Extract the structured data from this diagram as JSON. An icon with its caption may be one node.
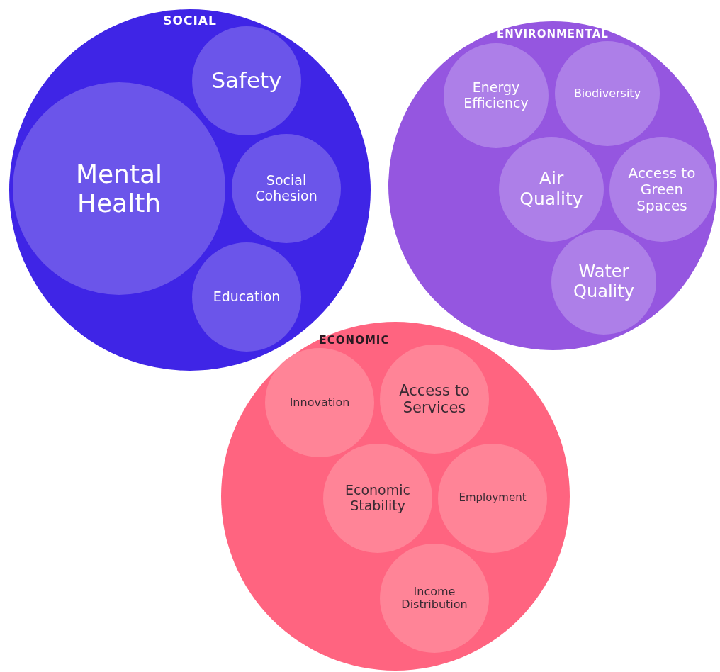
{
  "diagram": {
    "nodes": [
      {
        "text": [
          "SOCIAL"
        ]
      },
      {
        "text": [
          "Mental Health"
        ],
        "in": 0
      },
      {
        "text": [
          "Safety"
        ],
        "in": 0
      },
      {
        "text": [
          "Social Cohesion"
        ],
        "in": 0
      },
      {
        "text": [
          "Education"
        ],
        "in": 0
      },
      {
        "text": [
          "ENVIRONMENTAL"
        ]
      },
      {
        "text": [
          "Energy Efficiency"
        ],
        "in": 5
      },
      {
        "text": [
          "Biodiversity"
        ],
        "in": 5
      },
      {
        "text": [
          "Air Quality"
        ],
        "in": 5
      },
      {
        "text": [
          "Access to Green Spaces"
        ],
        "in": 5
      },
      {
        "text": [
          "Water Quality"
        ],
        "in": 5
      },
      {
        "text": [
          "ECONOMIC"
        ]
      },
      {
        "text": [
          "Innovation"
        ],
        "in": 11
      },
      {
        "text": [
          "Access to Services"
        ],
        "in": 11
      },
      {
        "text": [
          "Economic Stability"
        ],
        "in": 11
      },
      {
        "text": [
          "Employment"
        ],
        "in": 11
      },
      {
        "text": [
          "Income Distribution"
        ],
        "in": 11
      }
    ]
  }
}
